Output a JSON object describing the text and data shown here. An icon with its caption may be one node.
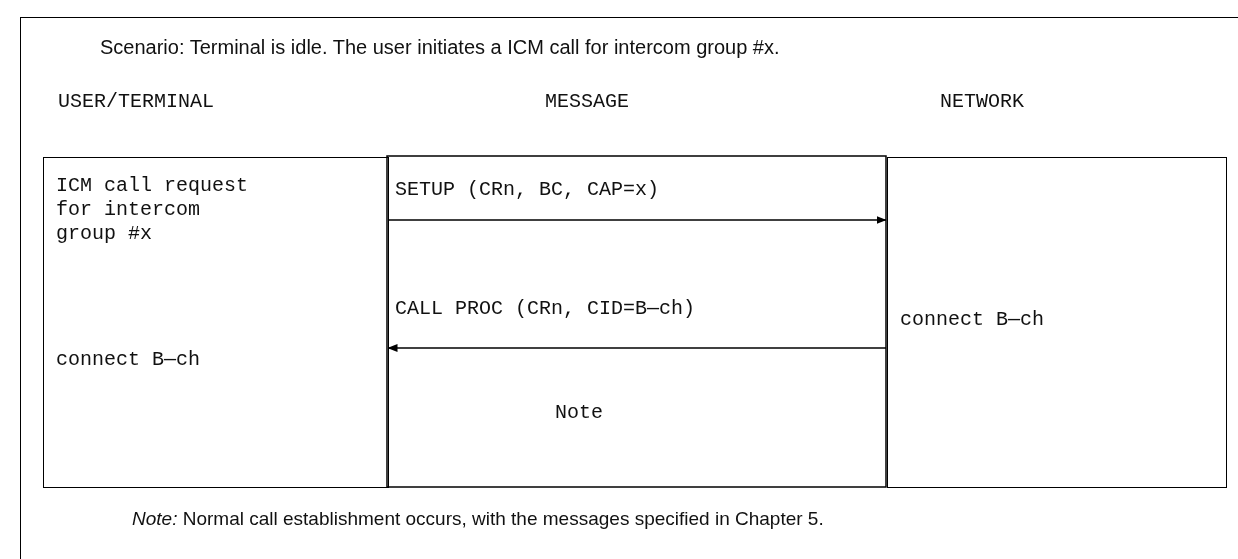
{
  "diagram": {
    "nodes": [
      {
        "text": [],
        "shape": "box"
      },
      {
        "text": [
          "ICM call request for intercom group #x",
          "connect B—ch"
        ],
        "in": 0
      },
      {
        "text": [
          "connect B—ch"
        ],
        "in": 0
      }
    ],
    "edges": [
      {
        "from": 1,
        "to": 2,
        "arrow": "to",
        "label": "SETUP (CRn, BC, CAP=x)"
      },
      {
        "from": 2,
        "to": 1,
        "arrow": "to",
        "label": "CALL PROC (CRn, CID=B—ch)"
      }
    ],
    "labels": [
      "Scenario: Terminal is idle. The user initiates a ICM call for intercom group #x.",
      "USER/TERMINAL",
      "MESSAGE",
      "NETWORK",
      "Note",
      "*Note:* Normal call establishment occurs, with the messages specified in Chapter 5."
    ]
  }
}
